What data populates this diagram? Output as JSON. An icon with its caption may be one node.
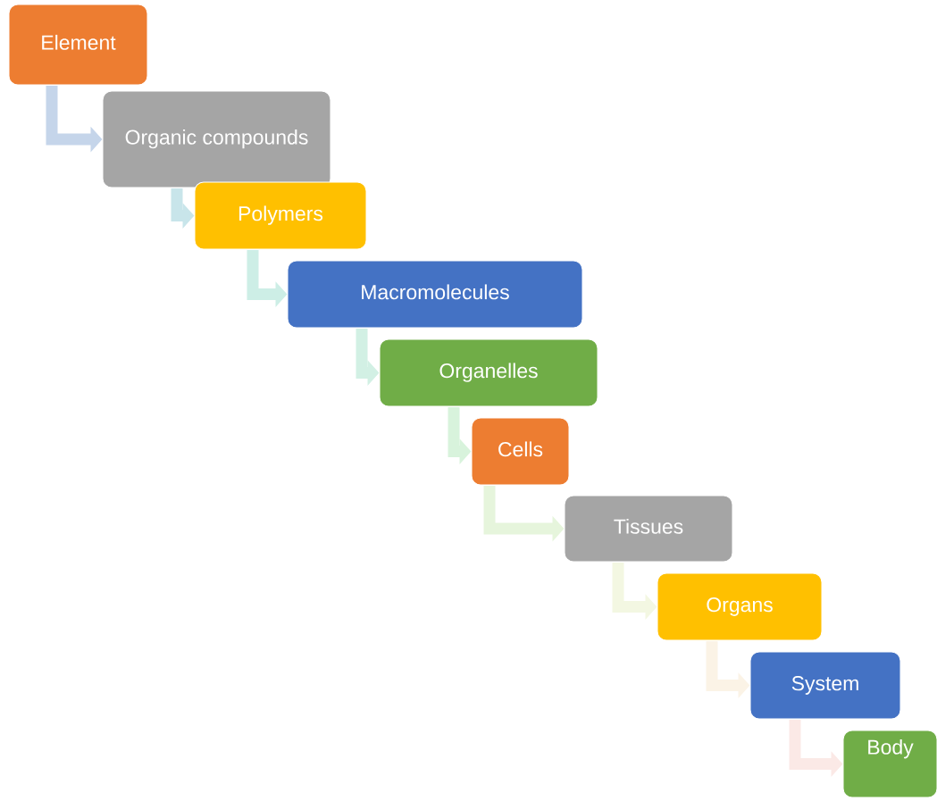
{
  "diagram": {
    "nodes": [
      {
        "text": [
          "Element"
        ]
      },
      {
        "text": [
          "Organic compounds"
        ]
      },
      {
        "text": [
          "Polymers"
        ]
      },
      {
        "text": [
          "Macromolecules"
        ]
      },
      {
        "text": [
          "Organelles"
        ]
      },
      {
        "text": [
          "Cells"
        ]
      },
      {
        "text": [
          "Tissues"
        ]
      },
      {
        "text": [
          "Organs"
        ]
      },
      {
        "text": [
          "System"
        ]
      },
      {
        "text": [
          "Body"
        ]
      }
    ],
    "edges": [
      {
        "from": 0,
        "to": 1,
        "arrow": "to",
        "color": "#c5d5ea"
      },
      {
        "from": 1,
        "to": 2,
        "arrow": "to",
        "color": "#c8e5ea"
      },
      {
        "from": 2,
        "to": 3,
        "arrow": "to",
        "color": "#cdeee6"
      },
      {
        "from": 3,
        "to": 4,
        "arrow": "to",
        "color": "#d2f0e4"
      },
      {
        "from": 4,
        "to": 5,
        "arrow": "to",
        "color": "#d8f3dc"
      },
      {
        "from": 5,
        "to": 6,
        "arrow": "to",
        "color": "#e6f5dc"
      },
      {
        "from": 6,
        "to": 7,
        "arrow": "to",
        "color": "#f3f7e2"
      },
      {
        "from": 7,
        "to": 8,
        "arrow": "to",
        "color": "#fbf3e6"
      },
      {
        "from": 8,
        "to": 9,
        "arrow": "to",
        "color": "#fbe9e6"
      }
    ]
  }
}
